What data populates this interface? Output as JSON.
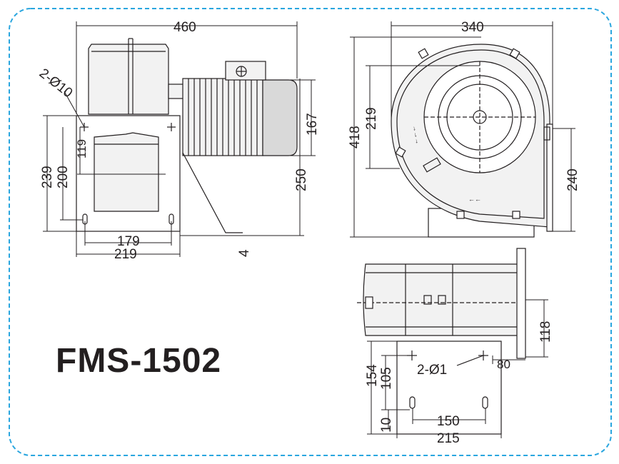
{
  "title": "FMS-1502",
  "colors": {
    "frame": "#2aa6df",
    "line": "#231f20",
    "fill": "#f2f2f2",
    "shade": "#d9d9d9"
  },
  "front_view": {
    "width_overall": "460",
    "hole_note": "2-Ø10",
    "height_239": "239",
    "height_200": "200",
    "height_119": "119",
    "height_167": "167",
    "height_250": "250",
    "width_179": "179",
    "width_219": "219",
    "lead_4": "4"
  },
  "side_view": {
    "width_340": "340",
    "height_418": "418",
    "height_219": "219",
    "height_240": "240"
  },
  "bottom_view": {
    "height_118": "118",
    "hole_note": "2-Ø1",
    "offset_80": "80",
    "height_154": "154",
    "height_105": "105",
    "height_10": "10",
    "width_150": "150",
    "width_215": "215"
  }
}
